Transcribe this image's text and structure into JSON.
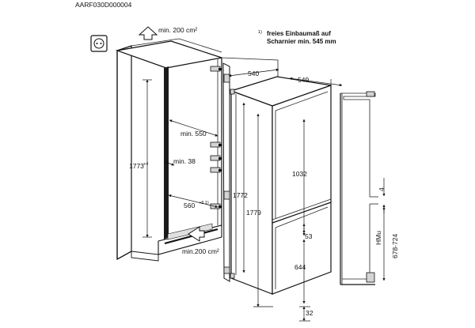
{
  "document_code": "AARF030D000004",
  "footnote": {
    "marker": "1)",
    "line1": "freies Einbaumaß auf",
    "line2": "Scharnier min. 545 mm"
  },
  "labels": {
    "vent_top": "min. 200 cm²",
    "vent_bottom": "min.200 cm²",
    "niche_height": "1773",
    "niche_height_sup": "+4",
    "min_550": "min. 550",
    "min_38": "min. 38",
    "width_560": "560",
    "width_560_sup": "+8 1)",
    "depth_540": "540",
    "depth_549": "549",
    "h_1772": "1772",
    "h_1779": "1779",
    "h_1032": "1032",
    "h_53": "53",
    "h_644": "644",
    "h_32": "32",
    "side_4": "4",
    "side_hmu": "HMu",
    "side_range": "678-724"
  },
  "icons": {
    "socket": "power-socket-icon",
    "arrow_up": "airflow-up-arrow-icon",
    "arrow_left": "airflow-left-arrow-icon"
  }
}
